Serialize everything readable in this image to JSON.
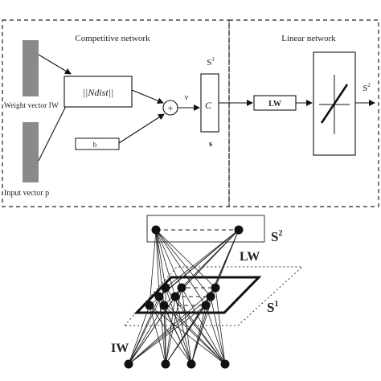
{
  "top": {
    "competitive_title": "Competitive network",
    "linear_title": "Linear network",
    "weight_label": "Weight vector IW",
    "input_label": "Input vector p",
    "ndist": "||Ndist||",
    "bias": "b",
    "v": "v",
    "plus": "+",
    "c": "C",
    "s1": "S",
    "s1_sup": "1",
    "s": "s",
    "lw": "LW",
    "s2": "S",
    "s2_sup": "2"
  },
  "bottom": {
    "s2": "S",
    "s2_sup": "2",
    "lw": "LW",
    "s1": "S",
    "s1_sup": "1",
    "iw": "IW"
  }
}
